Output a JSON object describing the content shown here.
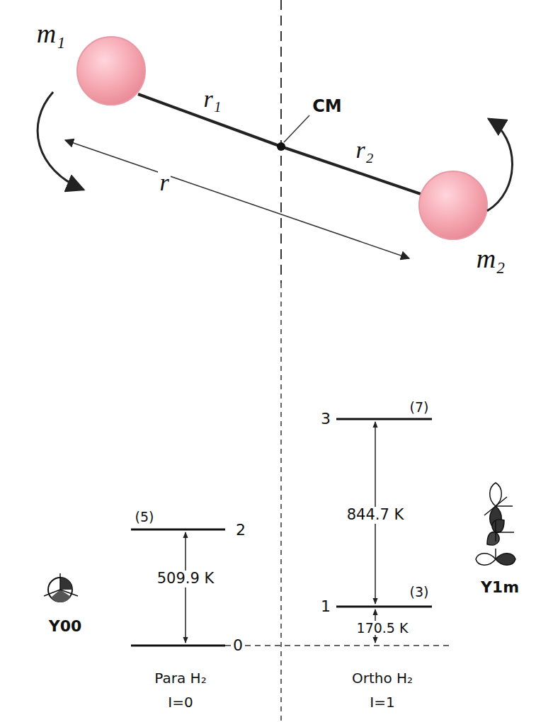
{
  "diagram": {
    "labels": [
      "m₁",
      "r₁",
      "CM",
      "r₂",
      "r",
      "m₂",
      "(5)",
      "2",
      "509.9 K",
      "0",
      "(7)",
      "3",
      "844.7 K",
      "1",
      "(3)",
      "170.5 K",
      "Y00",
      "Y1m",
      "Para H₂",
      "I=0",
      "Ortho H₂",
      "I=1"
    ]
  }
}
